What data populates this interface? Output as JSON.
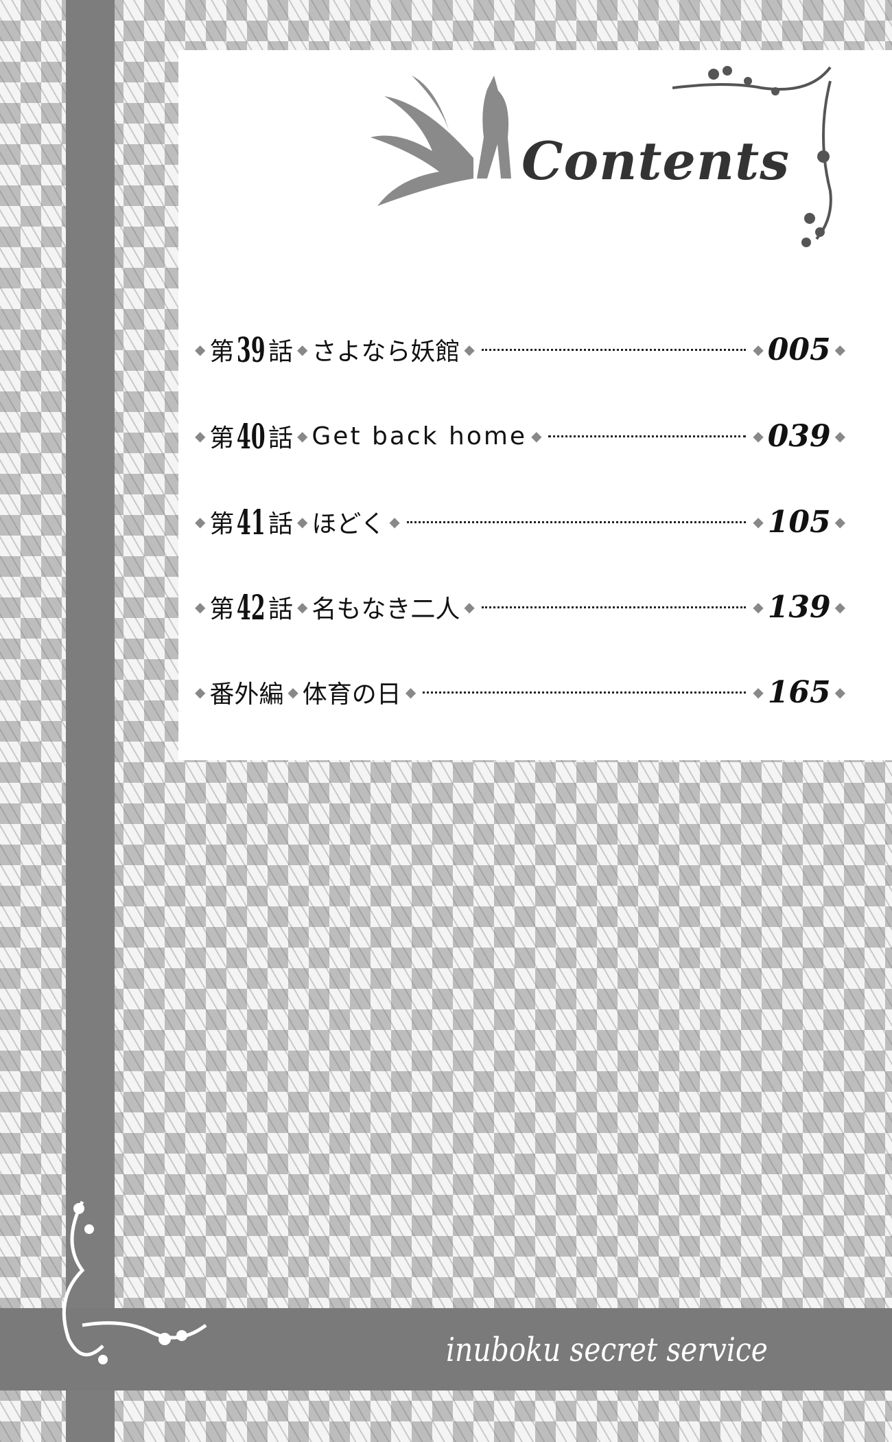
{
  "title": "Contents",
  "series_title": "inuboku secret service",
  "entries": [
    {
      "prefix": "第",
      "number": "39",
      "suffix": "話",
      "title": "さよなら妖館",
      "page": "005"
    },
    {
      "prefix": "第",
      "number": "40",
      "suffix": "話",
      "title": "Get back home",
      "page": "039"
    },
    {
      "prefix": "第",
      "number": "41",
      "suffix": "話",
      "title": "ほどく",
      "page": "105"
    },
    {
      "prefix": "第",
      "number": "42",
      "suffix": "話",
      "title": "名もなき二人",
      "page": "139"
    },
    {
      "prefix": "番外編",
      "number": "",
      "suffix": "",
      "title": "体育の日",
      "page": "165"
    }
  ],
  "colors": {
    "band": "#7d7d7d",
    "text": "#111111"
  }
}
